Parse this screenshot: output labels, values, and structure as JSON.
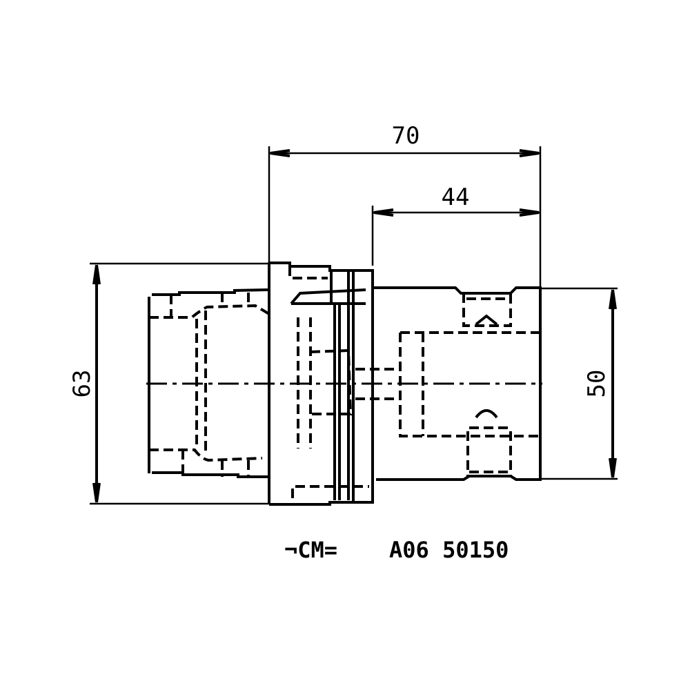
{
  "dimensions": {
    "overall_length": "70",
    "shank_length": "44",
    "flange_diameter": "63",
    "body_diameter": "50"
  },
  "label": {
    "prefix": "¬CM=",
    "code": "A06 50150"
  },
  "colors": {
    "line": "#000000",
    "background": "#ffffff"
  }
}
